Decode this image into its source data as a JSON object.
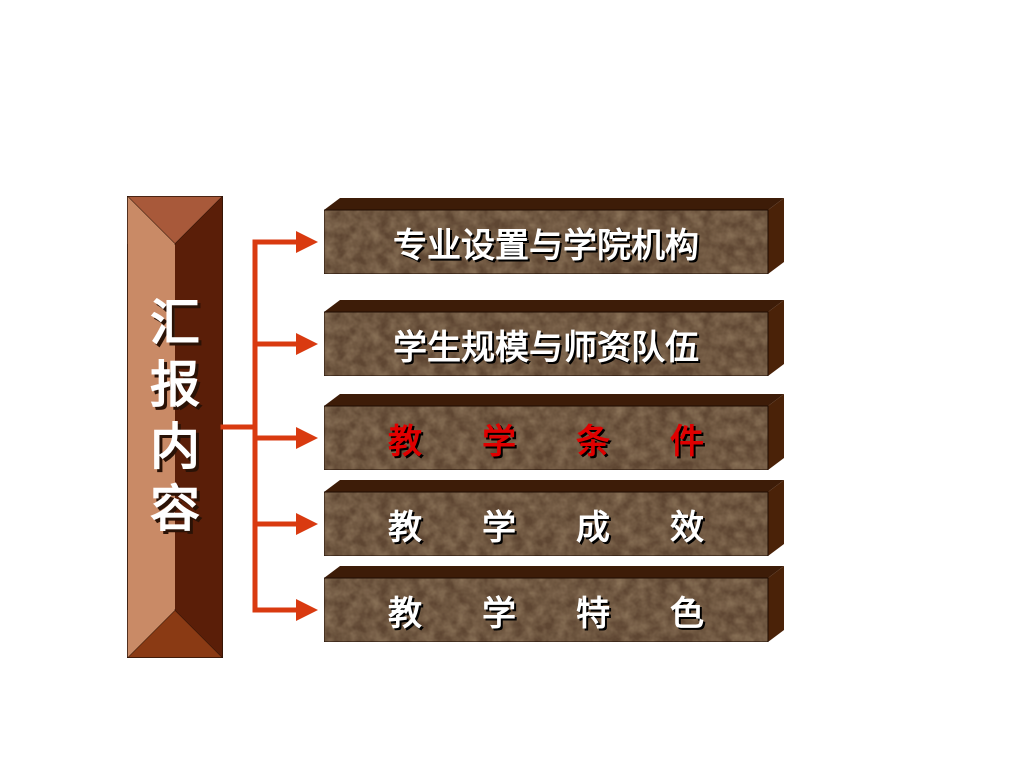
{
  "title": {
    "chars": [
      "汇",
      "报",
      "内",
      "容"
    ]
  },
  "menu": [
    {
      "label": "专业设置与学院机构",
      "chars": [],
      "active": false
    },
    {
      "label": "学生规模与师资队伍",
      "chars": [],
      "active": false
    },
    {
      "label": "",
      "chars": [
        "教",
        "学",
        "条",
        "件"
      ],
      "active": true
    },
    {
      "label": "",
      "chars": [
        "教",
        "学",
        "成",
        "效"
      ],
      "active": false
    },
    {
      "label": "",
      "chars": [
        "教",
        "学",
        "特",
        "色"
      ],
      "active": false
    }
  ],
  "colors": {
    "connector": "#d93a10",
    "bar_light": "#c98a66",
    "bar_dark": "#5a1e08",
    "bar_mid": "#8a3a14",
    "box_top": "#3d1c08",
    "box_side": "#4a2208",
    "active_text": "#e00000"
  }
}
